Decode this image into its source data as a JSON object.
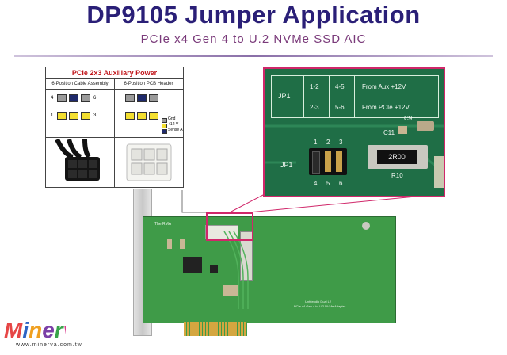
{
  "header": {
    "title": "DP9105 Jumper Application",
    "subtitle": "PCIe x4 Gen 4 to U.2 NVMe SSD AIC"
  },
  "power_panel": {
    "title": "PCIe 2x3 Auxiliary Power",
    "col1_label": "6-Position Cable Assembly",
    "col2_label": "6-Position PCB Header",
    "pin_nums": {
      "four": "4",
      "six": "6",
      "one": "1",
      "three": "3"
    },
    "legend": [
      "Gnd",
      "+12 V",
      "Sense A"
    ],
    "colors": {
      "gnd": "#9a9a9a",
      "v12": "#f3df2f",
      "sense": "#1f2a6b"
    }
  },
  "jumper_table": {
    "label": "JP1",
    "rows": [
      {
        "pins": "1-2",
        "alt": "4-5",
        "desc": "From Aux +12V"
      },
      {
        "pins": "2-3",
        "alt": "5-6",
        "desc": "From PCIe +12V"
      }
    ]
  },
  "zoom": {
    "jp_label": "JP1",
    "top_pins": [
      "1",
      "2",
      "3"
    ],
    "bottom_pins": [
      "4",
      "5",
      "6"
    ],
    "c9": "C9",
    "c11": "C11",
    "resistor": "2R00",
    "r10": "R10"
  },
  "board": {
    "top_label": "The RMA",
    "product_label": "Unfriendio Dual L2",
    "product_sub": "PCIe x4 Gen 4 to U.2 NVMe Adapter"
  },
  "brand": {
    "logo": "Minerva",
    "url": "www.minerva.com.tw"
  }
}
